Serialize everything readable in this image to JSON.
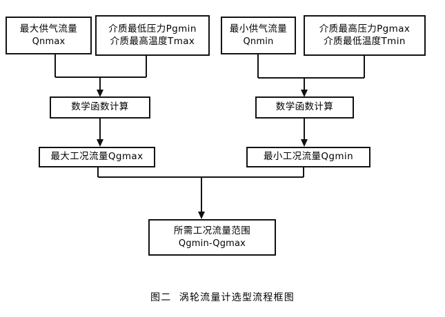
{
  "figure": {
    "caption": "图二  涡轮流量计选型流程框图",
    "background_color": "#ffffff",
    "line_color": "#111111",
    "type": "flowchart"
  },
  "nodes": {
    "max_supply_flow": {
      "line1": "最大供气流量",
      "line2": "Qnmax"
    },
    "media_min_pressure_max_temp": {
      "line1": "介质最低压力Pgmin",
      "line2": "介质最高温度Tmax"
    },
    "min_supply_flow": {
      "line1": "最小供气流量",
      "line2": "Qnmin"
    },
    "media_max_pressure_min_temp": {
      "line1": "介质最高压力Pgmax",
      "line2": "介质最低温度Tmin"
    },
    "math_calc_left": {
      "line1": "数学函数计算"
    },
    "math_calc_right": {
      "line1": "数学函数计算"
    },
    "qgmax": {
      "line1": "最大工况流量Qgmax"
    },
    "qgmin": {
      "line1": "最小工况流量Qgmin"
    },
    "result_range": {
      "line1": "所需工况流量范围",
      "line2": "Qgmin-Qgmax"
    }
  }
}
